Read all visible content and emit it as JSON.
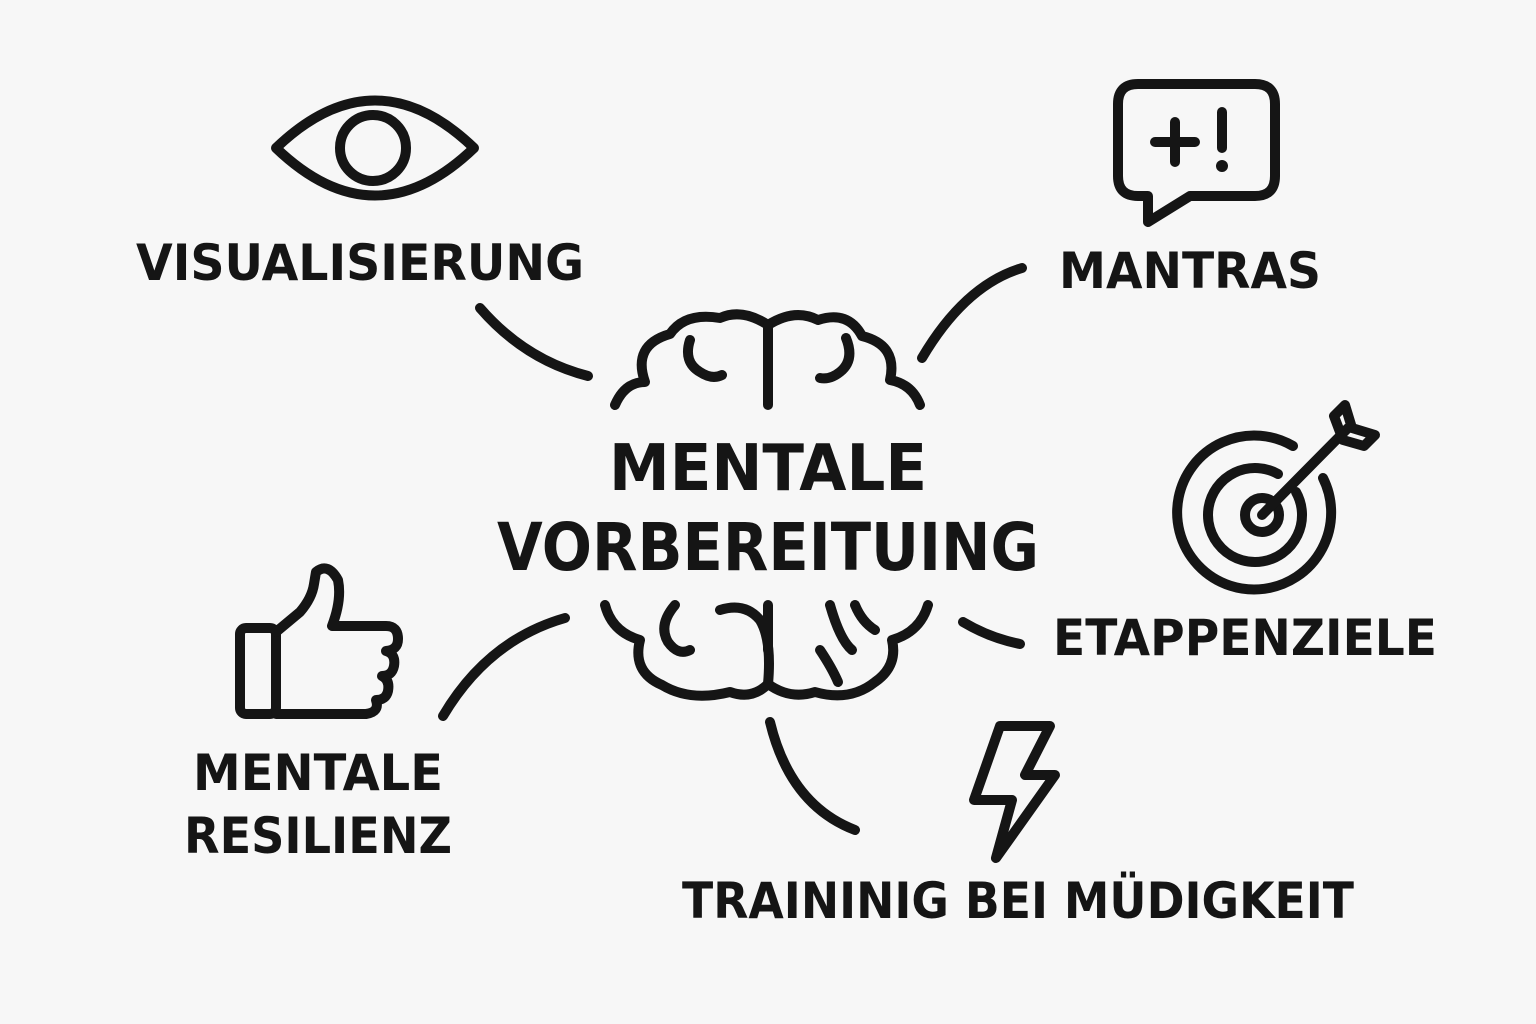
{
  "center": {
    "line1": "MENTALE",
    "line2": "VORBEREITUING",
    "icon": "brain-icon"
  },
  "nodes": {
    "visualisierung": {
      "label": "VISUALISIERUNG",
      "icon": "eye-icon"
    },
    "mantras": {
      "label": "MANTRAS",
      "icon": "speech-bubble-icon",
      "icon_text": "+!"
    },
    "etappenziele": {
      "label": "ETAPPENZIELE",
      "icon": "target-arrow-icon"
    },
    "resilienz": {
      "label_line1": "MENTALE",
      "label_line2": "RESILIENZ",
      "icon": "thumbs-up-icon"
    },
    "training": {
      "label": "TRAININIG BEI MÜDIGKEIT",
      "icon": "lightning-icon"
    }
  },
  "colors": {
    "ink": "#151515",
    "background": "#f7f7f7"
  }
}
